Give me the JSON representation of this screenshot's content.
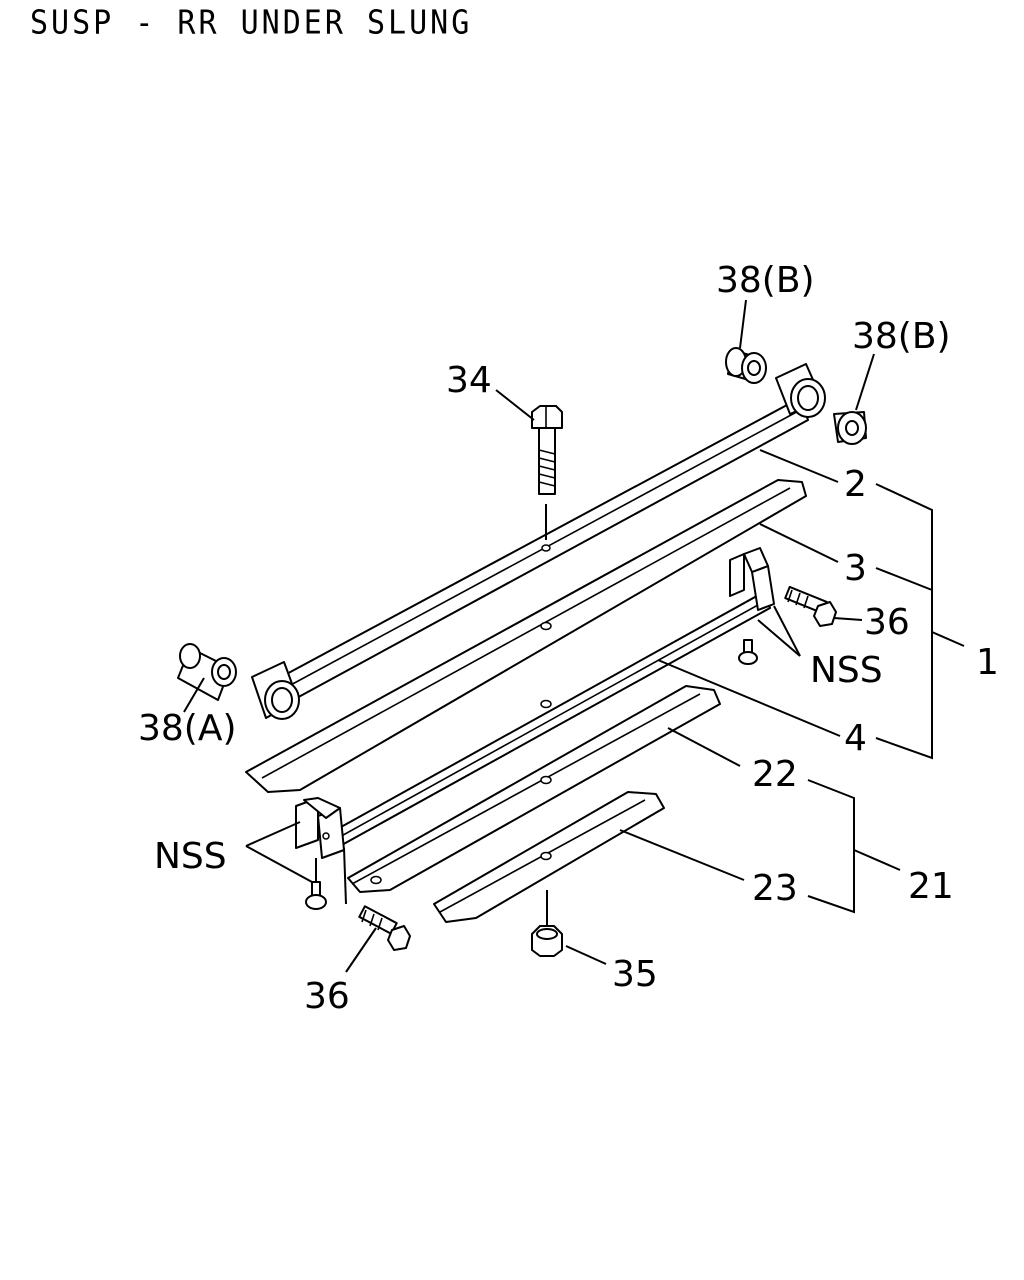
{
  "title": "SUSP - RR UNDER SLUNG",
  "callouts": {
    "c34": "34",
    "c38b_1": "38(B)",
    "c38b_2": "38(B)",
    "c2": "2",
    "c3": "3",
    "c36_right": "36",
    "c1": "1",
    "c38a": "38(A)",
    "nss_right": "NSS",
    "c4": "4",
    "c22": "22",
    "nss_left": "NSS",
    "c21": "21",
    "c23": "23",
    "c35": "35",
    "c36_left": "36"
  }
}
